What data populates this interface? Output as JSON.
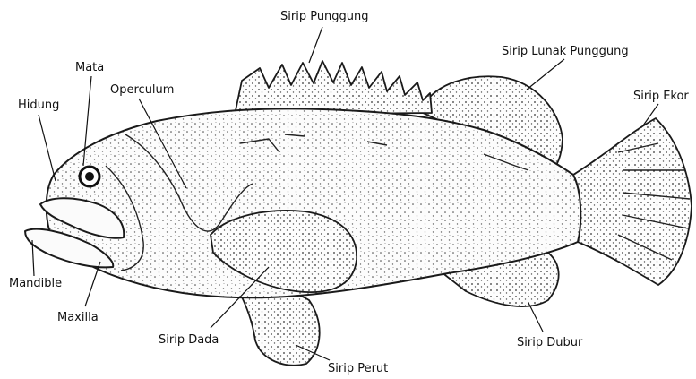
{
  "diagram": {
    "labels": {
      "sirip_punggung": "Sirip Punggung",
      "sirip_lunak_punggung": "Sirip Lunak Punggung",
      "sirip_ekor": "Sirip Ekor",
      "mata": "Mata",
      "operculum": "Operculum",
      "hidung": "Hidung",
      "mandible": "Mandible",
      "maxilla": "Maxilla",
      "sirip_dada": "Sirip Dada",
      "sirip_perut": "Sirip Perut",
      "sirip_dubur": "Sirip Dubur"
    },
    "colors": {
      "ink": "#111111",
      "background": "#ffffff"
    }
  }
}
